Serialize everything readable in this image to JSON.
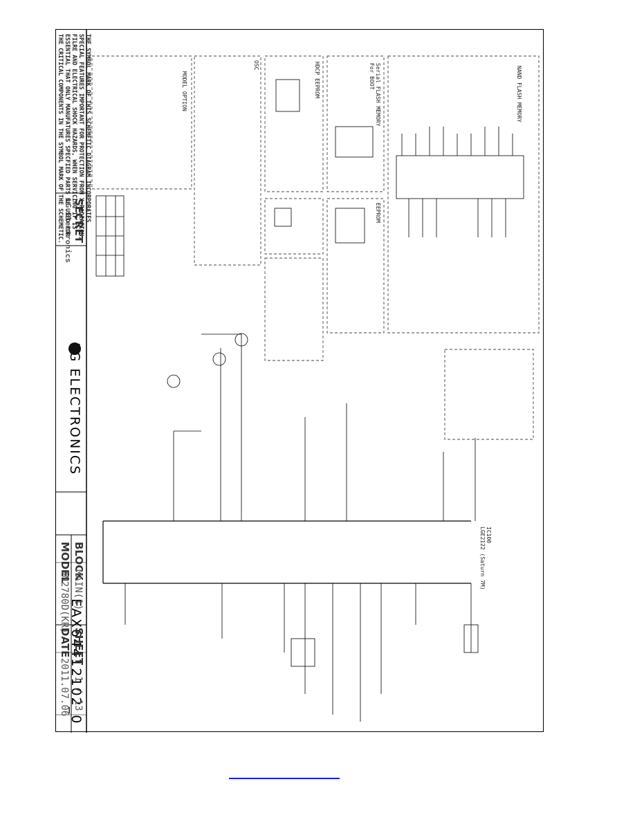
{
  "title_block": {
    "doc_number": "EAX64412102_0",
    "model_label": "MODEL",
    "model_value": "DM2780D(KR)",
    "date_label": "DATE",
    "date_value": "2011.07.06",
    "block_label": "BLOCK",
    "block_value": "MAIN(1)",
    "sheet_label": "SHEET",
    "sheet_value": "1 / 13",
    "company": "LG ELECTRONICS",
    "secret_label": "SECRET",
    "brand_small": "LG Electronics"
  },
  "notes": "THE SYMBOL MARK OF THIS SCHEMETIC DIAGRAM INCORPORATES\nSPECIAL FEATURES IMPORTANT FOR PROTECTION FROM X-RADIATION,\nFILRE AND ELECTRICAL SHOCK HAZARDS, WHEN SERVICING IF IS\nESSENTIAL THAT ONLY MANUFATURES SPECFIED PARTS BE USED FOR\nTHE CRITICAL COMPONENTS IN THE SYMBOL MARK OF THE SCHEMETIC.",
  "blocks": {
    "nand": "NAND FLASH MEMORY",
    "serial_flash": "Serial FLASH MEMORY\nFor BOOT",
    "hdcp": "HDCP EEPROM",
    "eeprom": "EEPROM",
    "ic": "IC100\nLGE2122 (Saturn 7M)",
    "model_option": "MODEL OPTION",
    "osc": "OSC"
  },
  "colors": {
    "border": "#000000",
    "link": "#1a1aff",
    "dashed": "#444444"
  }
}
